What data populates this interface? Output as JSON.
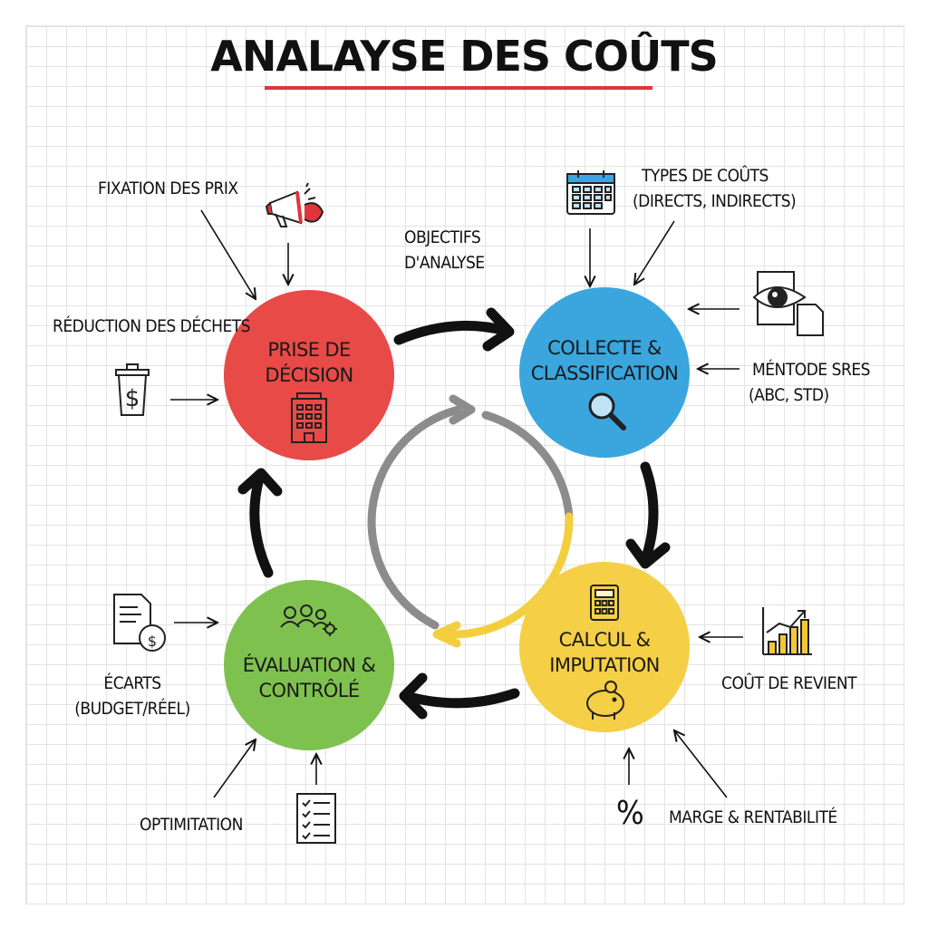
{
  "title": "ANALAYSE DES COÛTS",
  "center_label": "OBJECTIFS\nD'ANALYSE",
  "nodes": [
    {
      "id": "prise",
      "line1": "PRISE DE",
      "line2": "DÉCISION",
      "color": "#e84a47",
      "icon": "office-building-icon"
    },
    {
      "id": "collecte",
      "line1": "COLLECTE &",
      "line2": "CLASSIFICATION",
      "color": "#3aa6dd",
      "icon": "magnifier-icon"
    },
    {
      "id": "calcul",
      "line1": "CALCUL &",
      "line2": "IMPUTATION",
      "color": "#f5cf45",
      "icon": "piggy-bank-icon"
    },
    {
      "id": "evaluation",
      "line1": "ÉVALUATION &",
      "line2": "CONTRÔLÉ",
      "color": "#7fc14f",
      "icon": "team-gear-icon"
    }
  ],
  "labels": {
    "fixation": "FIXATION DES PRIX",
    "reduction": "RÉDUCTION DES DÉCHETS",
    "types_1": "TYPES DE COÛTS",
    "types_2": "(DIRECTS, INDIRECTS)",
    "methode_1": "MÉNTODE SRES",
    "methode_2": "(ABC, STD)",
    "cout_revient": "COÛT DE REVIENT",
    "marge": "MARGE & RENTABILITÉ",
    "percent": "%",
    "ecarts_1": "ÉCARTS",
    "ecarts_2": "(BUDGET/RÉEL)",
    "optim": "OPTIMITATION"
  },
  "colors": {
    "title_underline": "#e0353a",
    "inner_cycle_gray": "#8c8c8c",
    "inner_cycle_yellow": "#f3cf3f",
    "arrows": "#111111",
    "icon_red": "#e0353a",
    "icon_blue": "#3aa6dd",
    "icon_yellow": "#f3c73a"
  }
}
